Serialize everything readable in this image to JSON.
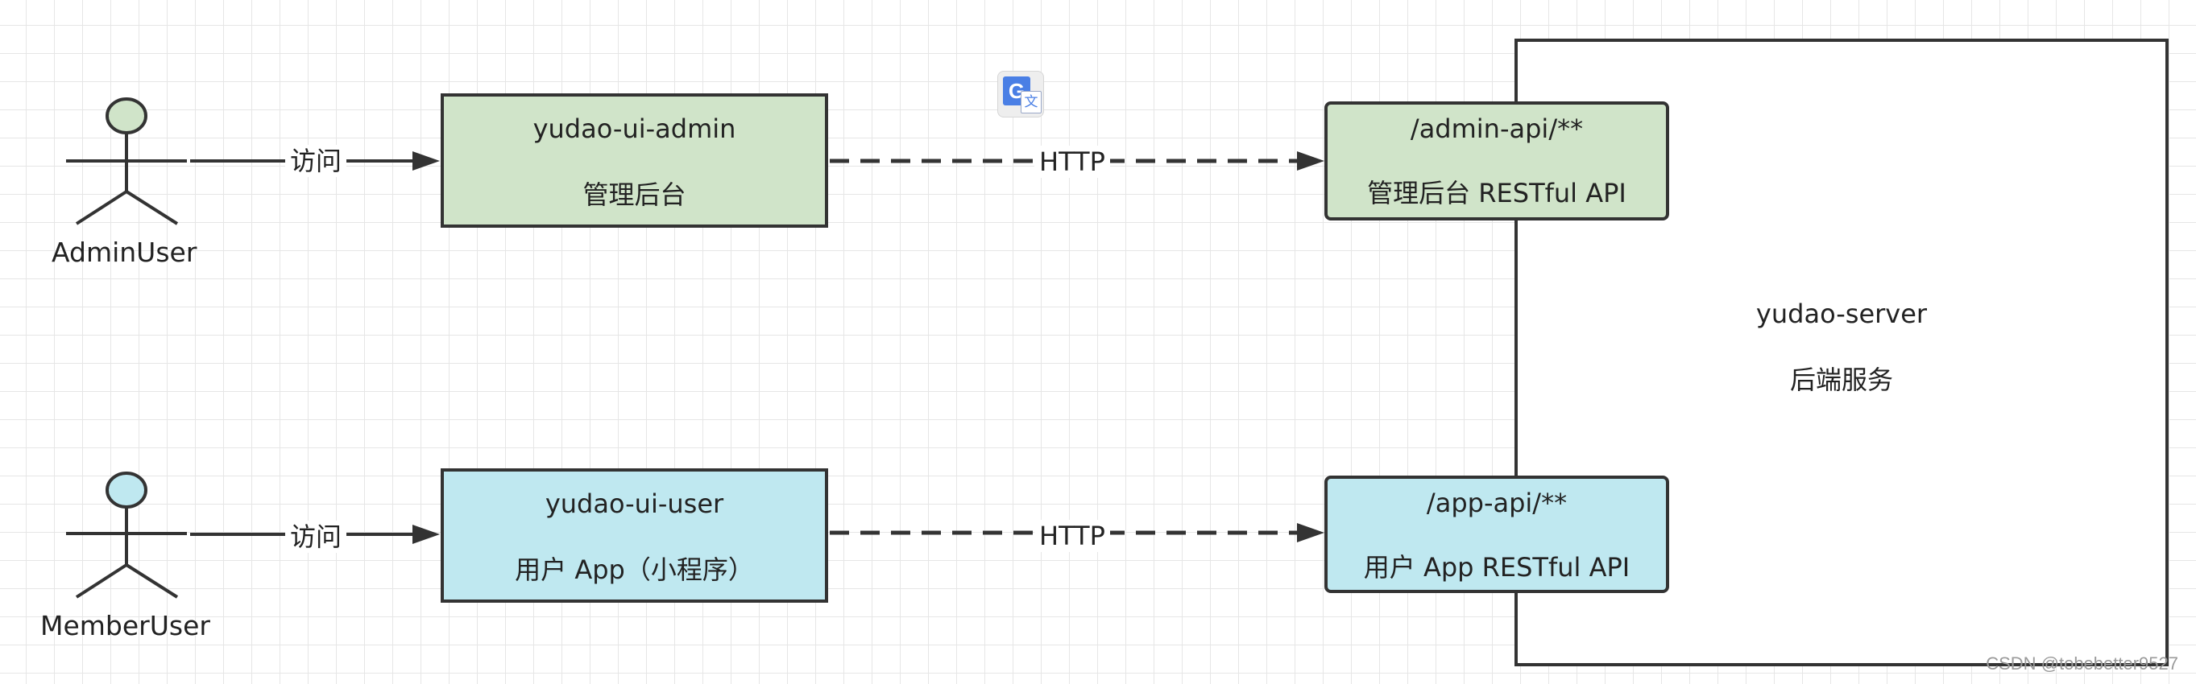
{
  "actors": {
    "admin": {
      "name": "AdminUser"
    },
    "member": {
      "name": "MemberUser"
    }
  },
  "edges": {
    "admin_visit": "访问",
    "member_visit": "访问",
    "admin_http": "HTTP",
    "member_http": "HTTP"
  },
  "nodes": {
    "ui_admin": {
      "title": "yudao-ui-admin",
      "subtitle": "管理后台"
    },
    "ui_user": {
      "title": "yudao-ui-user",
      "subtitle": "用户 App（小程序）"
    },
    "admin_api": {
      "title": "/admin-api/**",
      "subtitle": "管理后台 RESTful API"
    },
    "app_api": {
      "title": "/app-api/**",
      "subtitle": "用户 App RESTful API"
    },
    "server": {
      "title": "yudao-server",
      "subtitle": "后端服务"
    }
  },
  "colors": {
    "admin_fill": "#d0e4c9",
    "user_fill": "#bfe8f0",
    "line": "#333333"
  },
  "icons": {
    "translate": "google-translate-icon",
    "translate_g": "G",
    "translate_wen": "文"
  },
  "watermark": "CSDN @tobebetter9527"
}
